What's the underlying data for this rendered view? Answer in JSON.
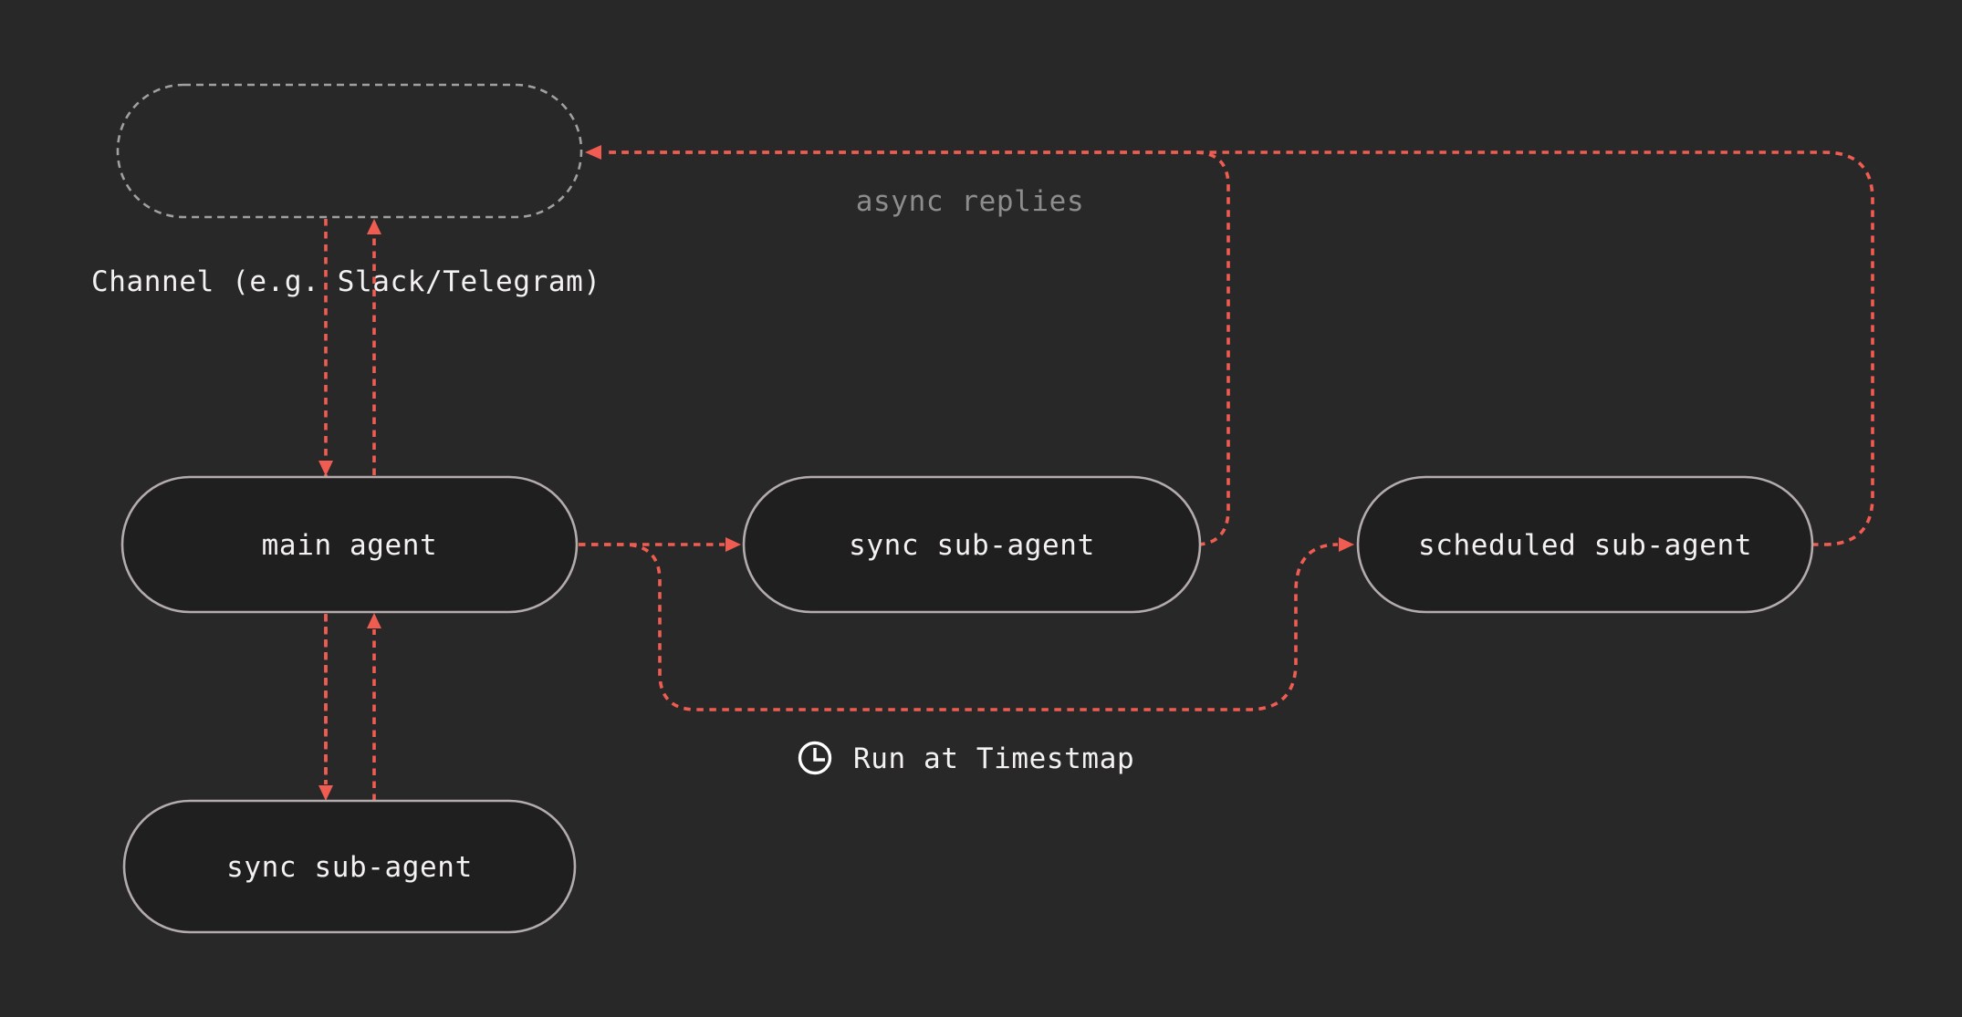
{
  "diagram": {
    "nodes": {
      "channel": {
        "label": "",
        "shape": "pill-dashed"
      },
      "main_agent": {
        "label": "main agent",
        "shape": "pill"
      },
      "sync_sub_agent": {
        "label": "sync sub-agent",
        "shape": "pill"
      },
      "scheduled_sub_agent": {
        "label": "scheduled sub-agent",
        "shape": "pill"
      },
      "sync_sub_agent_bottom": {
        "label": "sync sub-agent",
        "shape": "pill"
      }
    },
    "captions": {
      "channel_caption": "Channel (e.g. Slack/Telegram)",
      "async_replies": "async replies",
      "run_at": "Run at Timestmap"
    },
    "icons": {
      "clock": "clock-icon"
    },
    "edges": [
      {
        "from": "channel",
        "to": "main_agent"
      },
      {
        "from": "main_agent",
        "to": "channel"
      },
      {
        "from": "main_agent",
        "to": "sync_sub_agent"
      },
      {
        "from": "main_agent",
        "to": "scheduled_sub_agent",
        "label": "Run at Timestmap"
      },
      {
        "from": "main_agent",
        "to": "sync_sub_agent_bottom"
      },
      {
        "from": "sync_sub_agent_bottom",
        "to": "main_agent"
      },
      {
        "from": "sync_sub_agent",
        "to": "channel",
        "label": "async replies"
      },
      {
        "from": "scheduled_sub_agent",
        "to": "channel",
        "label": "async replies"
      }
    ],
    "colors": {
      "background": "#282828",
      "node_fill": "#1f1f1f",
      "node_border": "#b4acac",
      "dashed_node_border": "#a0a0a0",
      "edge": "#f05c52",
      "label": "#f3f1f1",
      "muted_label": "#8d8d8d"
    }
  }
}
